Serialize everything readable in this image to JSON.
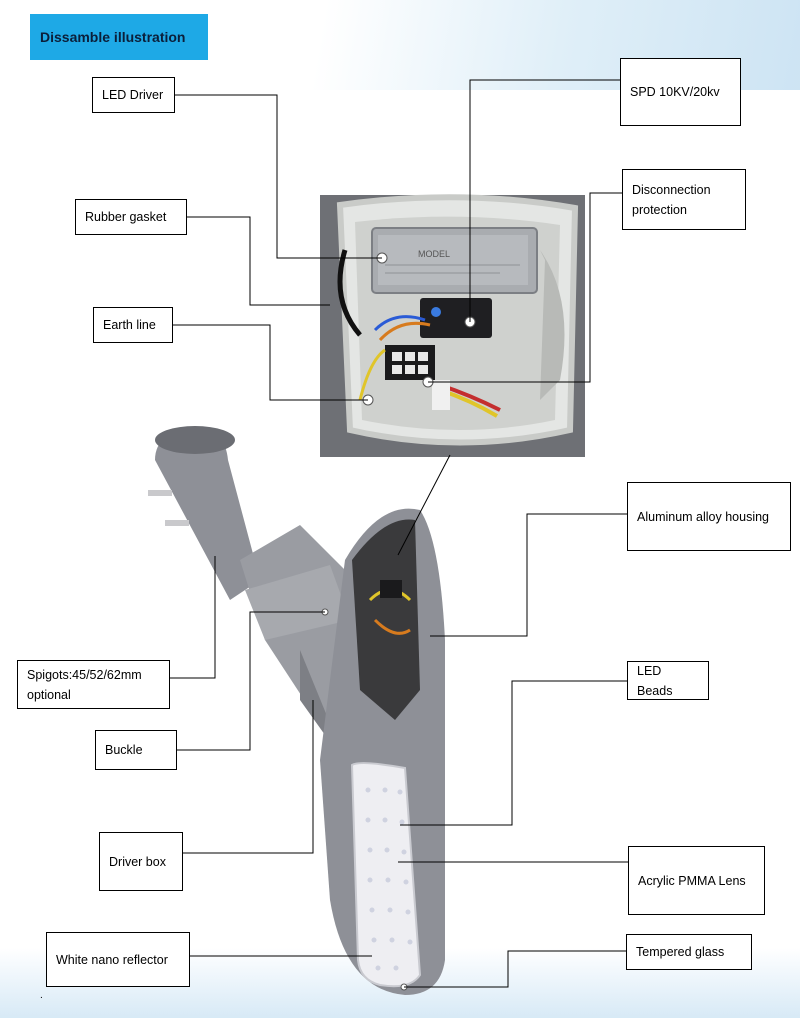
{
  "title": "Dissamble illustration",
  "labels": {
    "led_driver": "LED Driver",
    "spd": "SPD 10KV/20kv",
    "disconnection_line1": "Disconnection",
    "disconnection_line2": "protection",
    "rubber_gasket": "Rubber gasket",
    "earth_line": "Earth line",
    "aluminum_housing": "Aluminum alloy housing",
    "spigots_line1": "Spigots:45/52/62mm",
    "spigots_line2": "optional",
    "led_beads": "LED Beads",
    "buckle": "Buckle",
    "driver_box": "Driver box",
    "acrylic_lens": "Acrylic PMMA Lens",
    "white_reflector": "White nano reflector",
    "tempered_glass": "Tempered glass"
  },
  "product_text": {
    "driver_model": "MODEL",
    "footer_dot": "."
  },
  "colors": {
    "banner": "#1ea9e6",
    "housing": "#8e9097",
    "housing_dark": "#6b6d73",
    "driver_case": "#a9acb0",
    "panel": "#eeeef2"
  }
}
